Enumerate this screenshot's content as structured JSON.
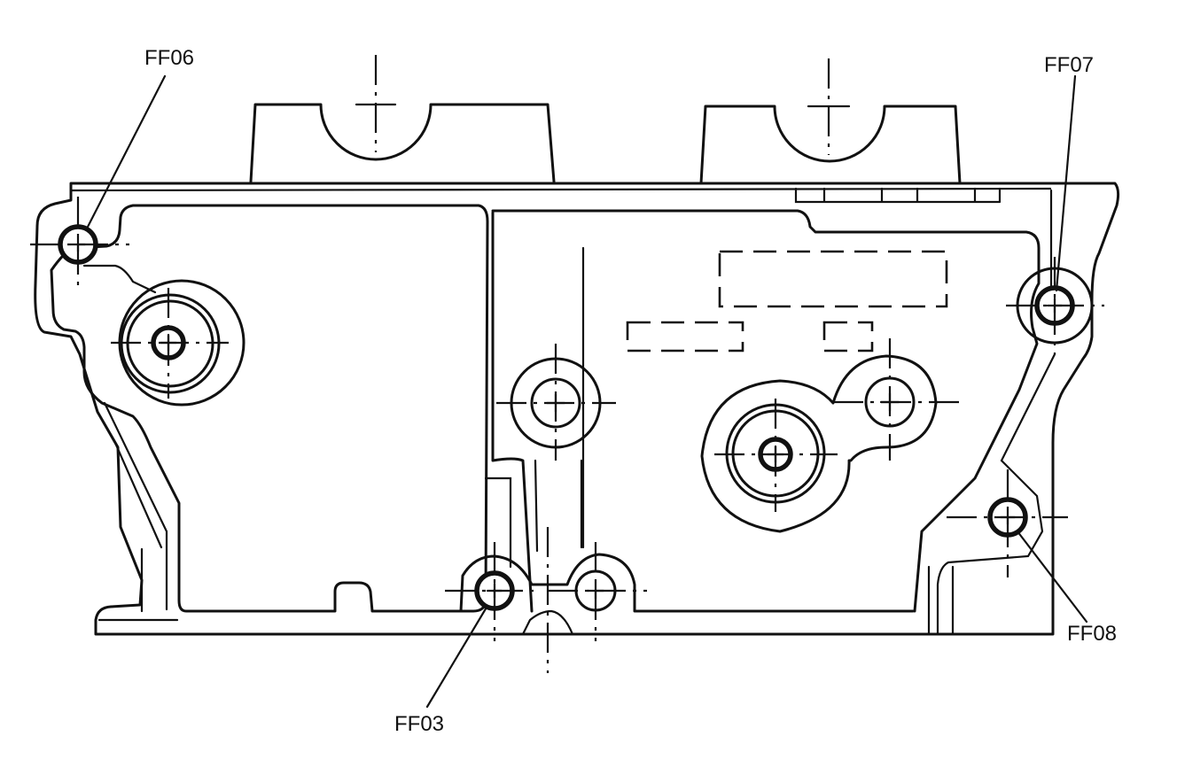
{
  "labels": {
    "ff06": "FF06",
    "ff07": "FF07",
    "ff08": "FF08",
    "ff03": "FF03"
  }
}
